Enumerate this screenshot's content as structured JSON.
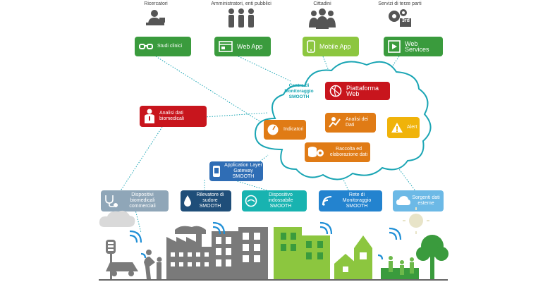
{
  "actors": {
    "ricercatori": "Ricercatori",
    "amministratori": "Amministratori, enti pubblici",
    "cittadini": "Cittadini",
    "terze_parti": "Servizi di terze parti",
    "terze_parti_badge": "3rd"
  },
  "top_buttons": {
    "studi_clinici": "Studi clinici",
    "web_app": "Web App",
    "mobile_app": "Mobile App",
    "web_services": "Web Services"
  },
  "left_tile": "Analisi dati biomedicali",
  "cloud": {
    "title": "Centro di Monitoraggio SMOOTH",
    "piattaforma": "Piattaforma Web",
    "indicatori": "Indicatori",
    "analisi": "Analisi dei Dati",
    "alert": "Alert",
    "raccolta": "Raccolta ed elaborazione dati"
  },
  "gateway": "Application Layer Gateway SMOOTH",
  "devices": {
    "biomedicali": "Dispositivi biomedicali commerciali",
    "sudore": "Rilevatore di sudore SMOOTH",
    "indossabile": "Dispositivo indossabile SMOOTH",
    "rete": "Rete di Monitoraggio SMOOTH",
    "sorgenti": "Sorgenti dati esterne"
  },
  "colors": {
    "green": "#3a9b3d",
    "red": "#c8151d",
    "orange": "#e07b15",
    "yellow": "#f0b30a",
    "cloud_border": "#1aa5b4",
    "blue": "#2f6db5",
    "dark_blue": "#1f4e79",
    "teal": "#18b3b0",
    "mid_blue": "#2383cf",
    "light_blue": "#6cb9e6",
    "grey_blue": "#8fa6b8",
    "city_grey": "#888888",
    "city_green": "#8cc63f",
    "wifi_blue": "#1f8fd6"
  },
  "icons": [
    "person-desk-icon",
    "people-group-icon",
    "crowd-icon",
    "gears-icon",
    "glasses-icon",
    "browser-icon",
    "phone-icon",
    "web-services-icon",
    "doctor-icon",
    "globe-cursor-icon",
    "gauge-icon",
    "chart-pin-icon",
    "warning-icon",
    "database-gears-icon",
    "phone-gateway-icon",
    "stethoscope-icon",
    "drop-icon",
    "wearable-icon",
    "wifi-icon",
    "cloud-data-icon"
  ]
}
